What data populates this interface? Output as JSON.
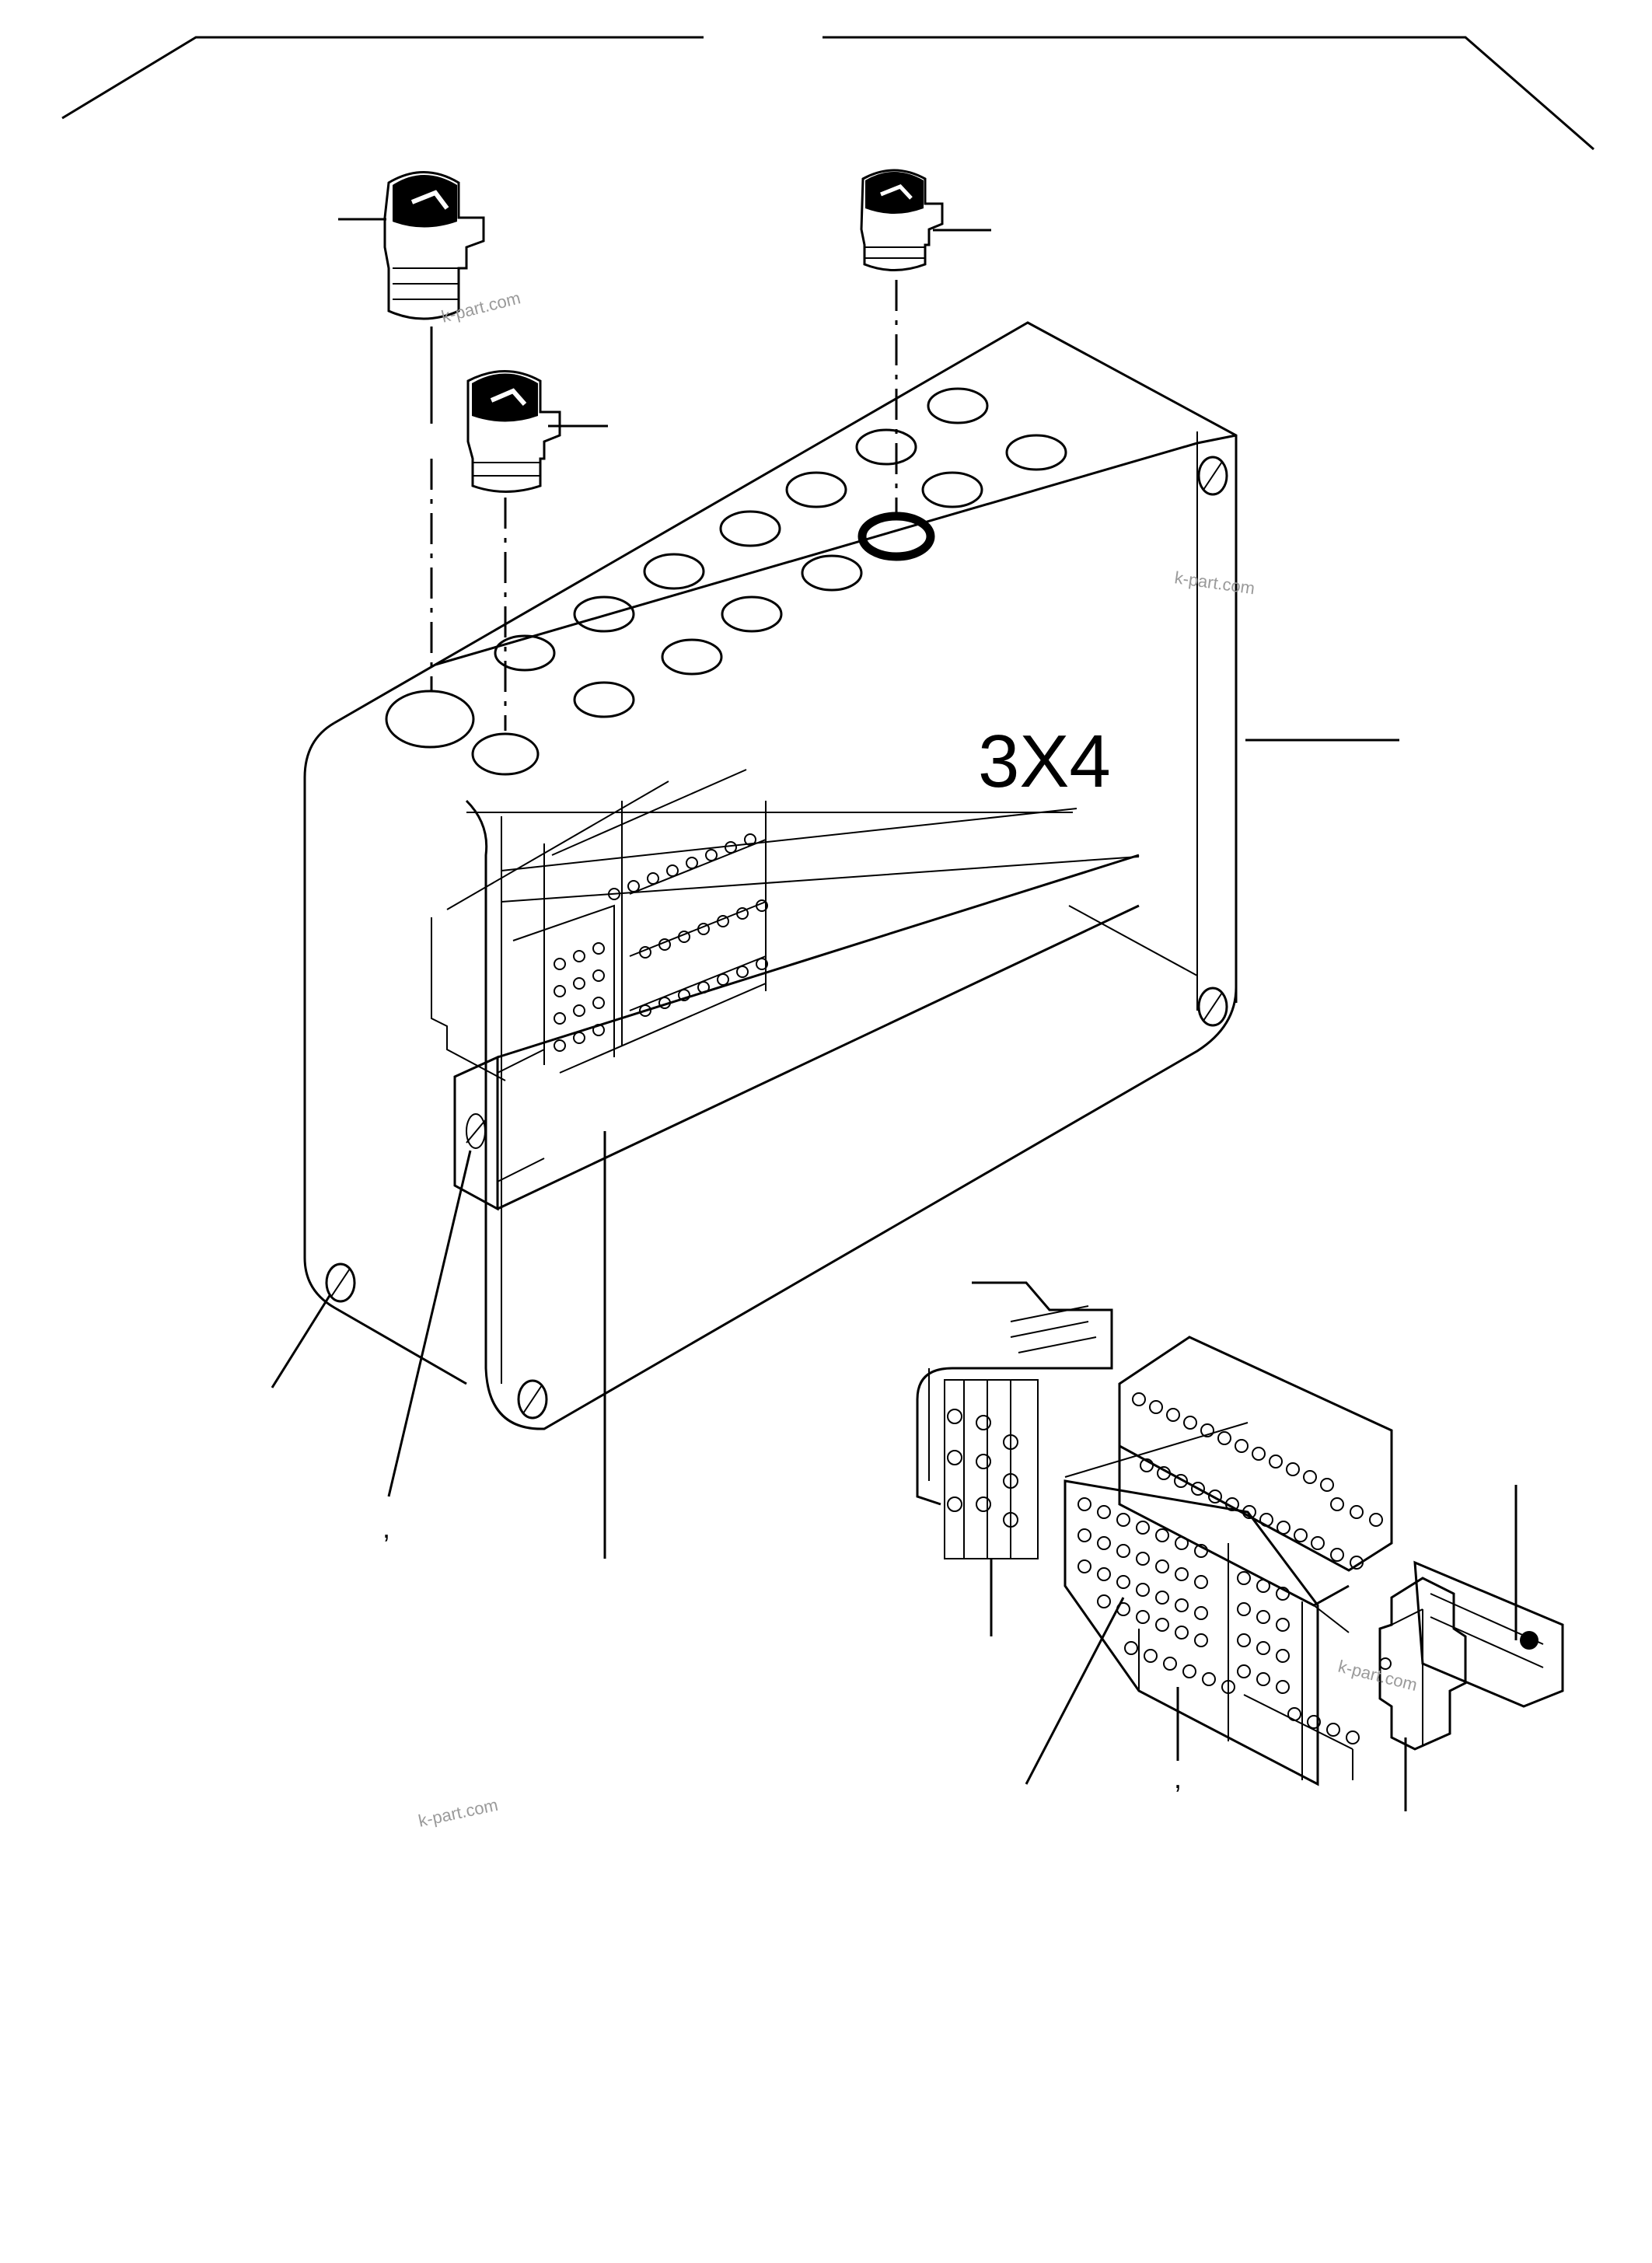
{
  "diagram": {
    "designation_label": "3X4",
    "watermarks": [
      "k-part.com",
      "k-part.com",
      "k-part.com",
      "k-part.com"
    ],
    "callout_marks": [
      ",",
      ","
    ]
  },
  "colors": {
    "line": "#000000",
    "background": "#ffffff",
    "watermark": "#9a9a9a"
  },
  "icons": [
    "cable-gland-icon",
    "sealing-ring-icon",
    "terminal-block-icon",
    "din-rail-icon"
  ]
}
